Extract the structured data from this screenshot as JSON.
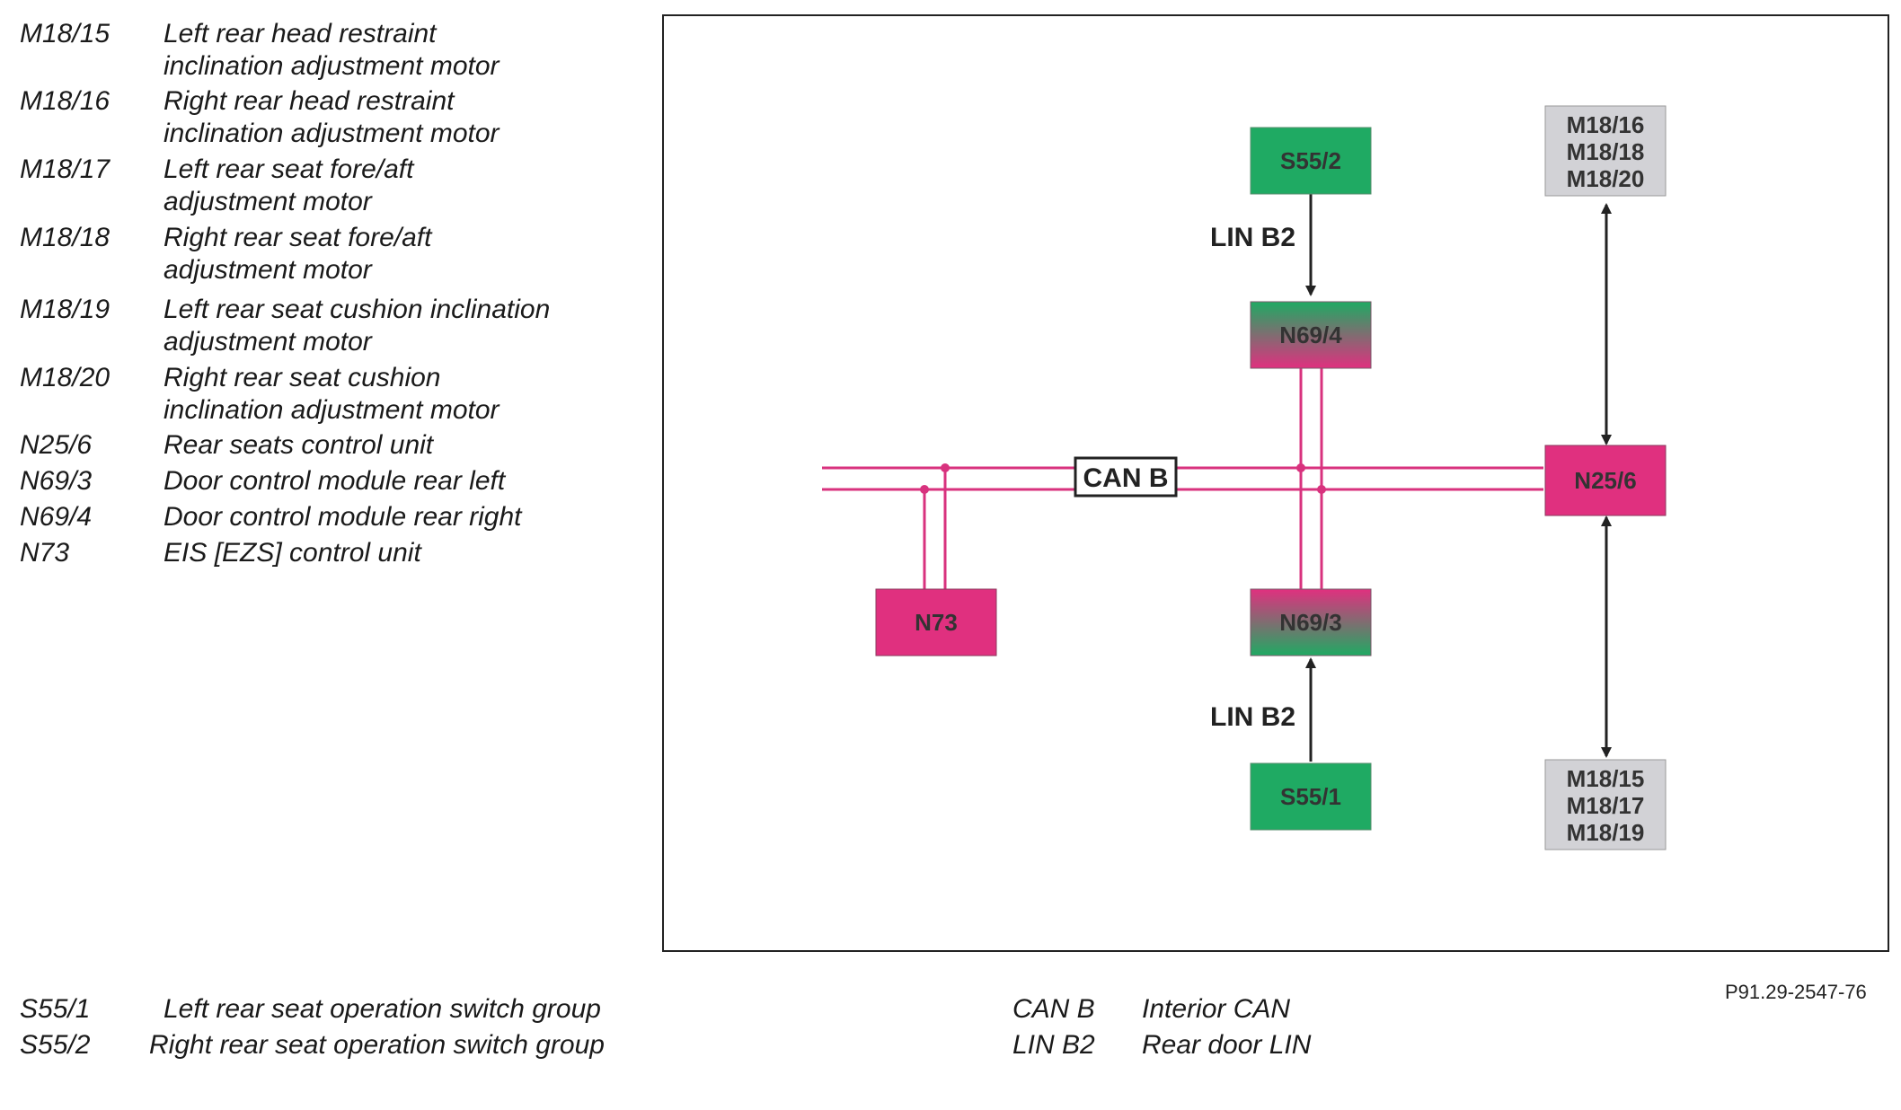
{
  "legend_top": [
    {
      "code": "M18/15",
      "lines": [
        "Left rear head restraint",
        "inclination adjustment motor"
      ]
    },
    {
      "code": "M18/16",
      "lines": [
        "Right rear head restraint",
        "inclination adjustment motor"
      ]
    },
    {
      "code": "M18/17",
      "lines": [
        "Left rear seat fore/aft",
        "adjustment motor"
      ]
    },
    {
      "code": "M18/18",
      "lines": [
        "Right rear seat fore/aft",
        "adjustment motor"
      ]
    },
    {
      "code": "M18/19",
      "lines": [
        "Left rear seat cushion inclination",
        "adjustment motor"
      ]
    },
    {
      "code": "M18/20",
      "lines": [
        "Right rear seat cushion",
        "inclination adjustment motor"
      ]
    },
    {
      "code": "N25/6",
      "lines": [
        "Rear seats control unit"
      ]
    },
    {
      "code": "N69/3",
      "lines": [
        "Door control module rear left"
      ]
    },
    {
      "code": "N69/4",
      "lines": [
        "Door control module rear right"
      ]
    },
    {
      "code": "N73",
      "lines": [
        "EIS [EZS] control unit"
      ]
    }
  ],
  "legend_bottom_left": [
    {
      "code": "S55/1",
      "desc": "Left rear seat operation switch group"
    },
    {
      "code": "S55/2",
      "desc": "Right rear seat operation switch group"
    }
  ],
  "legend_bottom_right": [
    {
      "code": "CAN B",
      "desc": "Interior CAN"
    },
    {
      "code": "LIN B2",
      "desc": "Rear door LIN"
    }
  ],
  "diagram": {
    "nodes": {
      "s55_2": "S55/2",
      "n69_4": "N69/4",
      "n73": "N73",
      "n69_3": "N69/3",
      "s55_1": "S55/1",
      "n25_6": "N25/6",
      "motors_top": [
        "M18/16",
        "M18/18",
        "M18/20"
      ],
      "motors_bottom": [
        "M18/15",
        "M18/17",
        "M18/19"
      ]
    },
    "bus_label": "CAN B",
    "lin_label_top": "LIN B2",
    "lin_label_bottom": "LIN B2",
    "colors": {
      "green": "#1faa63",
      "magenta": "#e0307f",
      "grey": "#d2d2d6",
      "bus_line": "#d8327e"
    }
  },
  "figure_ref": "P91.29-2547-76"
}
